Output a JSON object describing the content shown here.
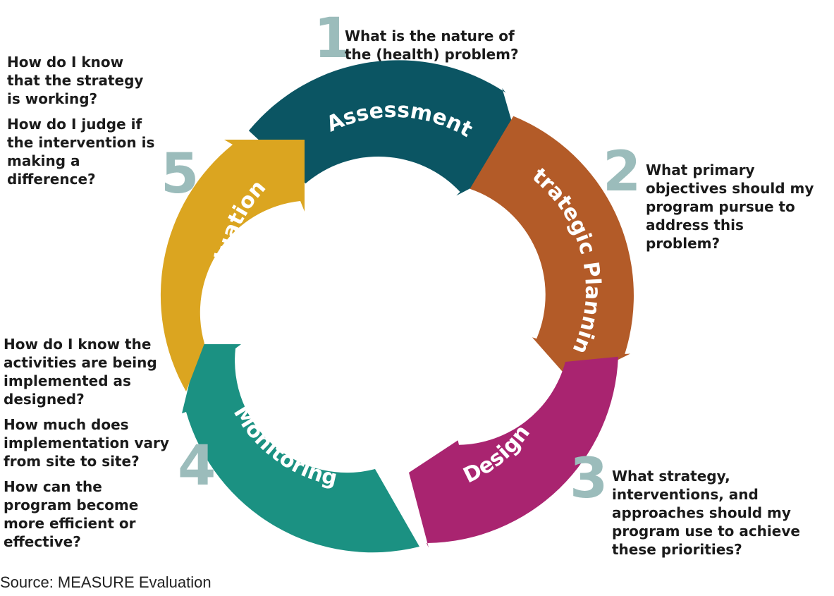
{
  "stages": [
    {
      "label": "Assessment",
      "number": "1",
      "color": "#0b5563",
      "questions": [
        "What is the nature of the (health) problem?"
      ]
    },
    {
      "label": "Strategic Planning",
      "number": "2",
      "color": "#b35b28",
      "questions": [
        "What primary objectives should my program pursue to address this problem?"
      ]
    },
    {
      "label": "Design",
      "number": "3",
      "color": "#a92470",
      "questions": [
        "What strategy, interventions, and approaches should my program use to achieve these priorities?"
      ]
    },
    {
      "label": "Monitoring",
      "number": "4",
      "color": "#1b9182",
      "questions": [
        "How do I know the activities are being implemented as designed?",
        "How much does implementation vary from site to site?",
        "How can the program become more efficient or effective?"
      ]
    },
    {
      "label": "Evaluation",
      "number": "5",
      "color": "#dba520",
      "questions": [
        "How do I know that the strategy is working?",
        "How do I judge if the intervention is making a difference?"
      ]
    }
  ],
  "source": "Source: MEASURE Evaluation"
}
